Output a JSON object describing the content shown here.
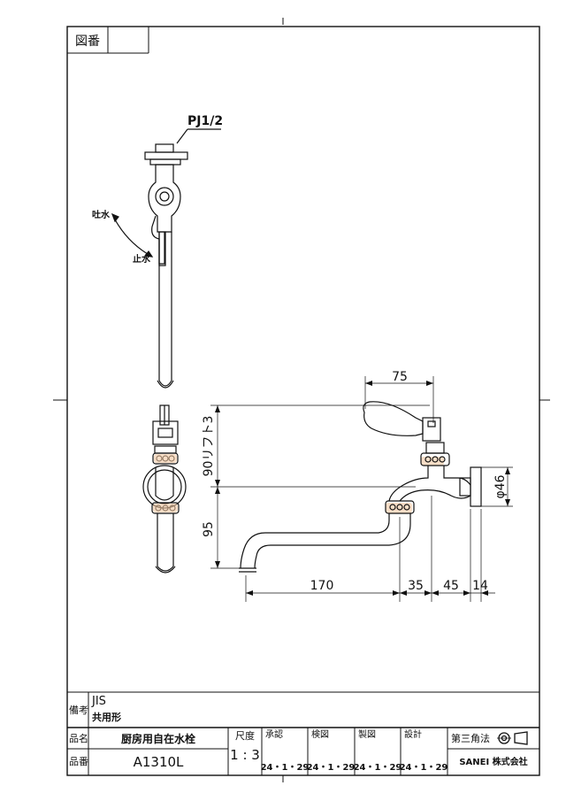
{
  "sheet": {
    "zuban_label": "図番",
    "zuban_value": ""
  },
  "labels": {
    "thread": "PJ1/2",
    "spout_water": "吐水",
    "stop_water": "止水"
  },
  "dimensions": {
    "d75": "75",
    "d90": "90リフト3",
    "d95": "95",
    "d170": "170",
    "d35": "35",
    "d45": "45",
    "d14": "14",
    "phi46": "φ46"
  },
  "title_block": {
    "bikou_label": "備考",
    "bikou_line1": "JIS",
    "bikou_line2": "共用形",
    "hinmei_label": "品名",
    "hinmei_value": "厨房用自在水栓",
    "hinban_label": "品番",
    "hinban_value": "A1310L",
    "scale_label": "尺度",
    "scale_value": "1 : 3",
    "approve_label": "承認",
    "check_label": "検図",
    "draw_label": "製図",
    "design_label": "設計",
    "approve_date": "24・1・29",
    "check_date": "24・1・29",
    "draw_date": "24・1・29",
    "design_date": "24・1・29",
    "projection_label": "第三角法",
    "company": "SANEI 株式会社"
  }
}
